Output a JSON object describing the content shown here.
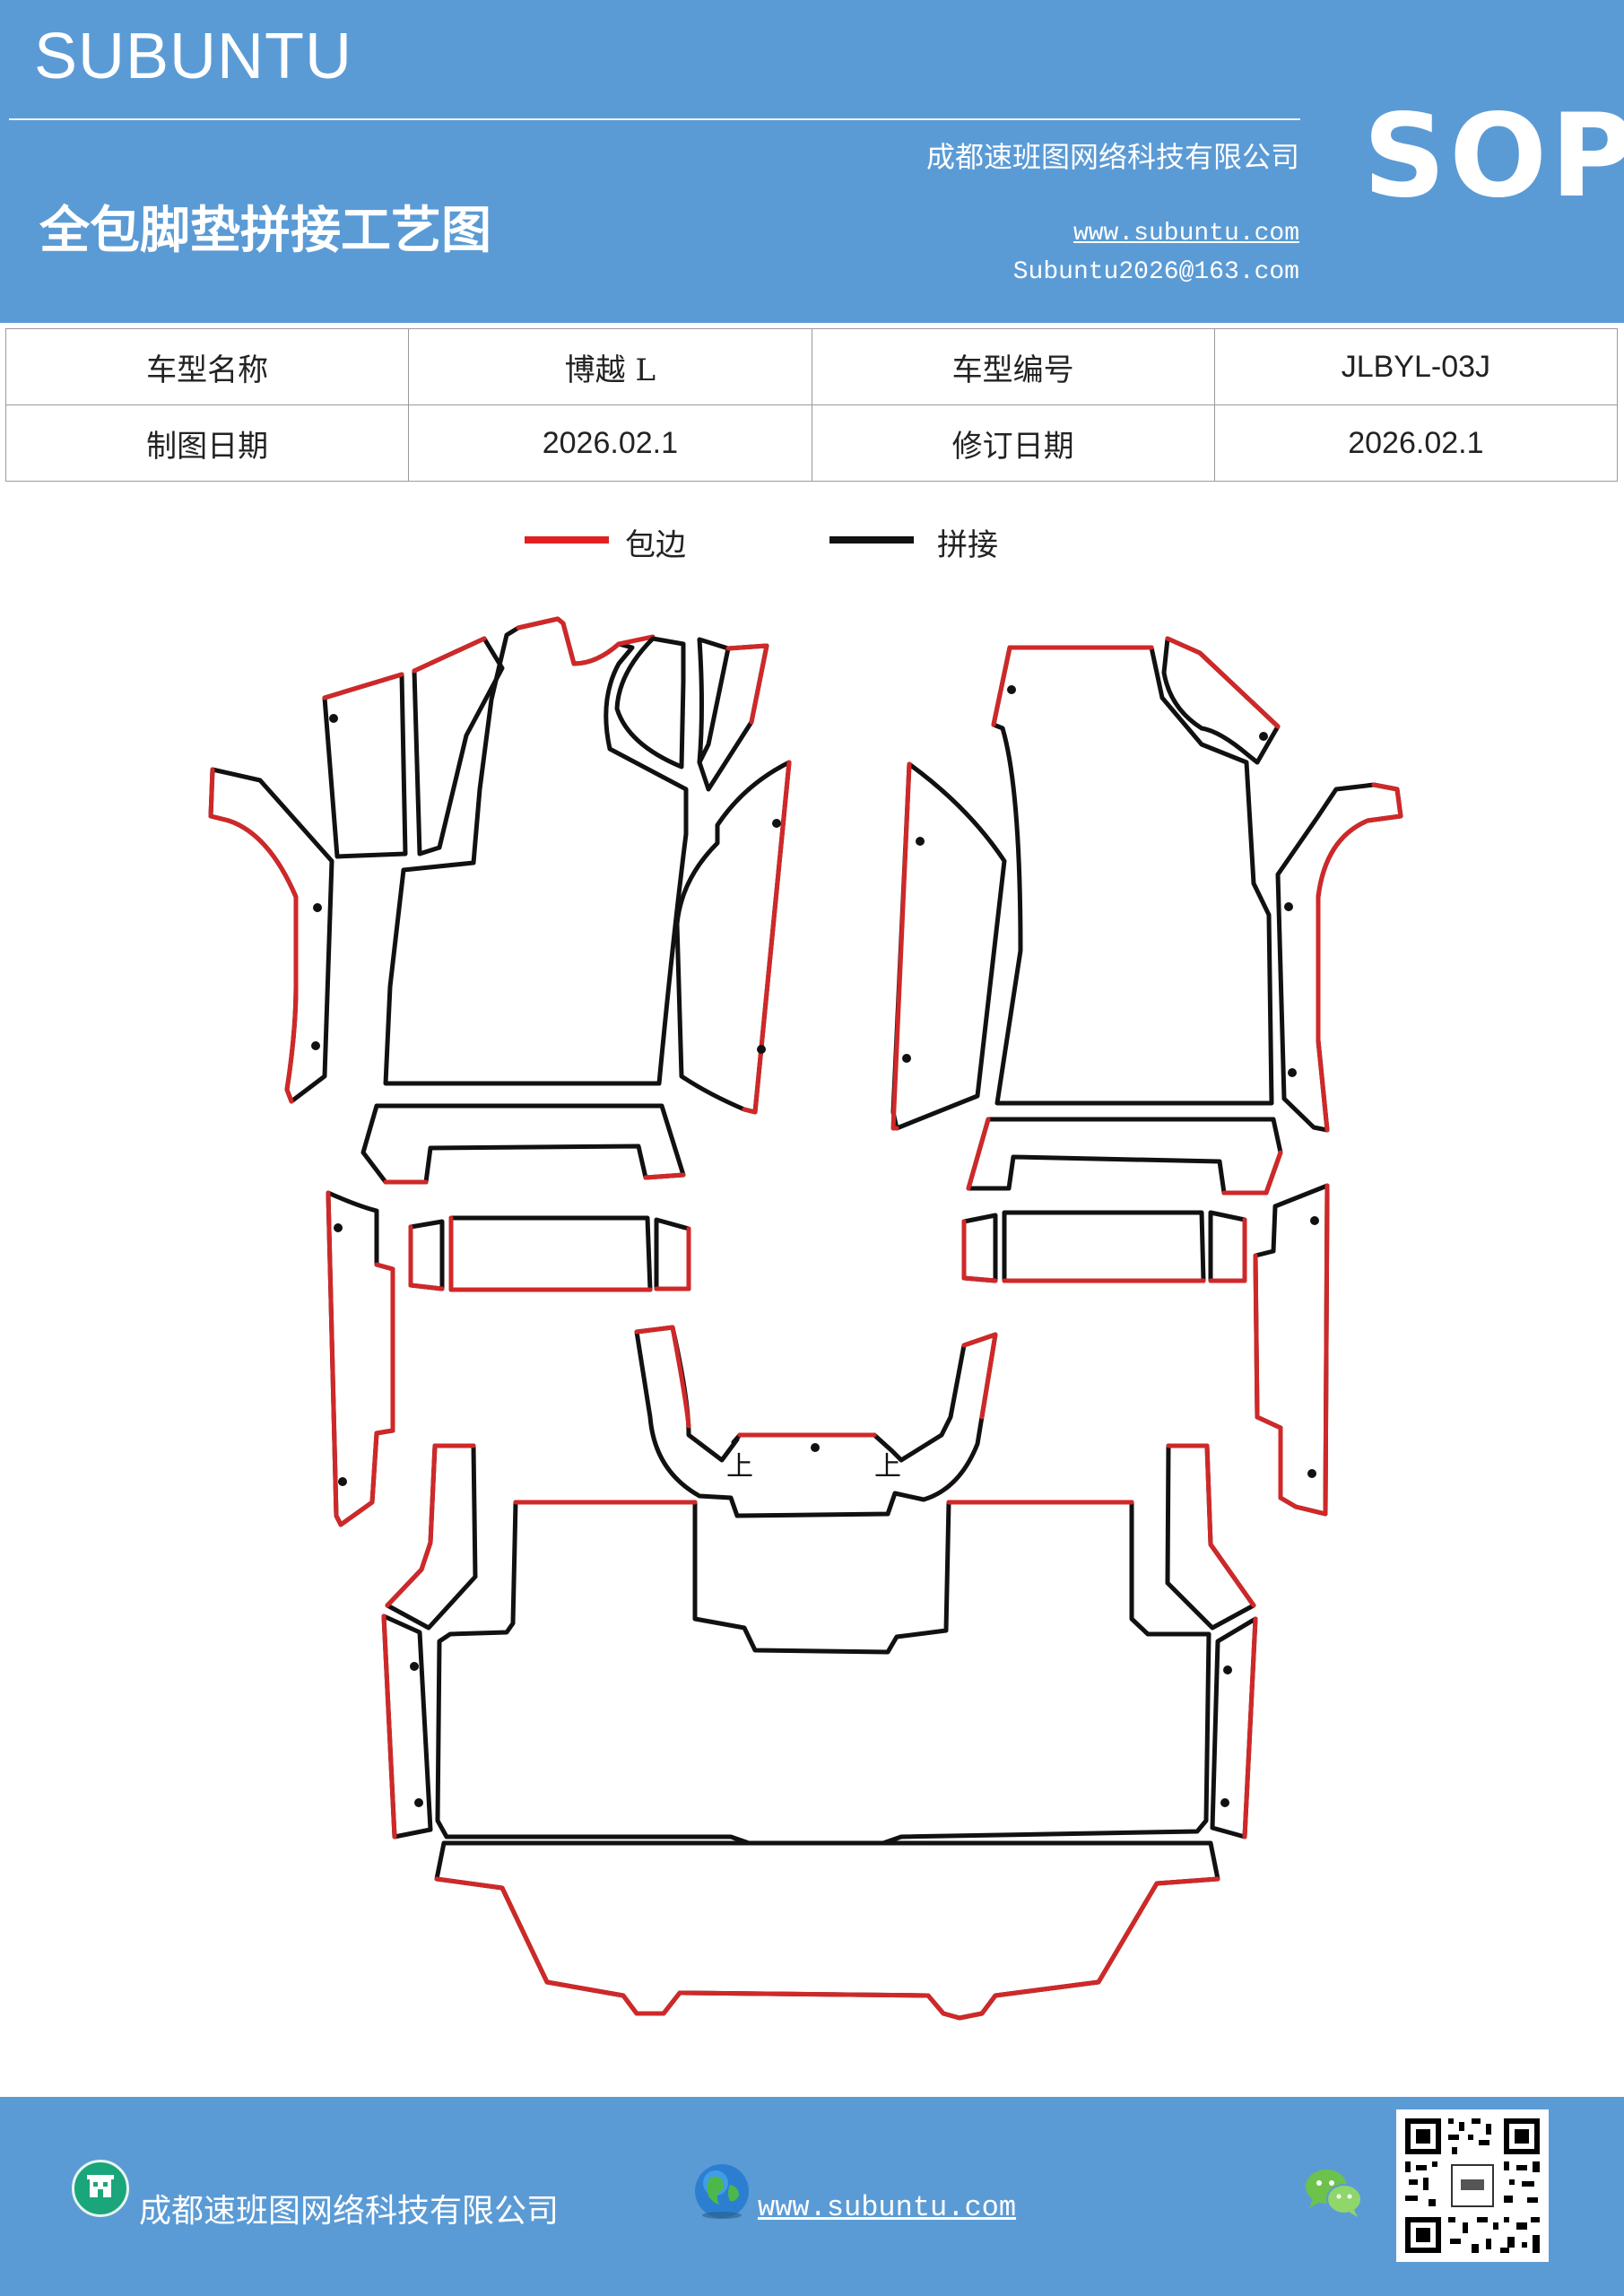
{
  "header": {
    "brand": "SUBUNTU",
    "company": "成都速班图网络科技有限公司",
    "title": "全包脚垫拼接工艺图",
    "website": "www.subuntu.com",
    "email": "Subuntu2026@163.com",
    "badge": "SOP",
    "background_color": "#5b9bd5"
  },
  "info_table": {
    "rows": [
      [
        "车型名称",
        "博越 L",
        "车型编号",
        "JLBYL-03J"
      ],
      [
        "制图日期",
        "2026.02.1",
        "修订日期",
        "2026.02.1"
      ]
    ]
  },
  "legend": {
    "items": [
      {
        "label": "包边",
        "color": "#e02020"
      },
      {
        "label": "拼接",
        "color": "#111111"
      }
    ]
  },
  "diagram": {
    "marks": [
      "上",
      "上"
    ],
    "edge_color": "#d02828",
    "seam_color": "#111111"
  },
  "footer": {
    "company": "成都速班图网络科技有限公司",
    "website": "www.subuntu.com",
    "icons": [
      "building-icon",
      "globe-icon",
      "wechat-icon",
      "qr-code"
    ]
  }
}
